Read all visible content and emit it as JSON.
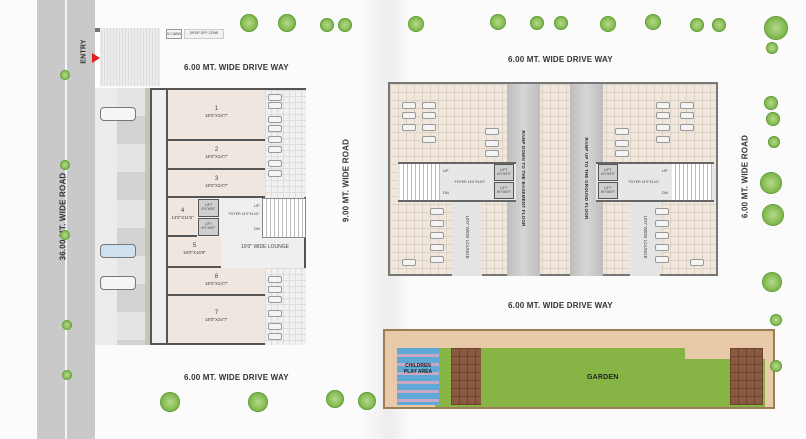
{
  "roads": {
    "main_road": "36.00 MT. WIDE ROAD",
    "middle_road": "9.00 MT. WIDE ROAD",
    "right_road": "6.00 MT. WIDE ROAD",
    "driveway_top_left": "6.00 MT. WIDE DRIVE WAY",
    "driveway_top_right": "6.00 MT. WIDE DRIVE WAY",
    "driveway_middle_right": "6.00 MT. WIDE DRIVE WAY",
    "driveway_bottom_left": "6.00 MT. WIDE DRIVE WAY"
  },
  "entry": {
    "label": "ENTRY",
    "security_cabin": "S.CABIN",
    "drop_off": "DROP OFF ZONE"
  },
  "left_building": {
    "units": [
      {
        "no": "1",
        "size": "18'0\"X34'7\""
      },
      {
        "no": "2",
        "size": "18'0\"X24'7\""
      },
      {
        "no": "3",
        "size": "18'0\"X24'7\""
      },
      {
        "no": "4",
        "size": "14'0\"X11'5\""
      },
      {
        "no": "5",
        "size": "18'0\"X16'9\""
      },
      {
        "no": "6",
        "size": "18'0\"X24'7\""
      },
      {
        "no": "7",
        "size": "18'0\"X34'7\""
      }
    ],
    "lift_1": "LIFT 6'0\"X6'0\"",
    "lift_2": "LIFT 6'0\"X6'0\"",
    "foyer": "FOYER 14'0\"X14'0\"",
    "up": "UP",
    "dn": "DN",
    "lounge": "10'0\" WIDE LOUNGE"
  },
  "right_building": {
    "ramp_down": "RAMP DOWN TO THE BASEMENT FLOOR",
    "ramp_up": "RAMP UP TO THE GROUND FLOOR",
    "left_core": {
      "lift_1": "LIFT 6'0\"X6'0\"",
      "lift_2": "LIFT 6'0\"X6'0\"",
      "foyer": "FOYER 14'0\"X14'0\"",
      "up": "UP",
      "dn": "DN",
      "lounge": "10'0\" WIDE LOUNGE"
    },
    "right_core": {
      "lift_1": "LIFT 6'0\"X6'0\"",
      "lift_2": "LIFT 6'0\"X6'0\"",
      "foyer": "FOYER 14'0\"X14'0\"",
      "up": "UP",
      "dn": "DN",
      "lounge": "10'0\" WIDE LOUNGE"
    }
  },
  "garden": {
    "label": "GARDEN",
    "play_area": "CHILDREN PLAY AREA"
  },
  "colors": {
    "road": "#c9c9c9",
    "grass": "#86b545",
    "tile": "#efe6dc",
    "deck": "#8a5a40",
    "entry_marker": "#e02020"
  }
}
